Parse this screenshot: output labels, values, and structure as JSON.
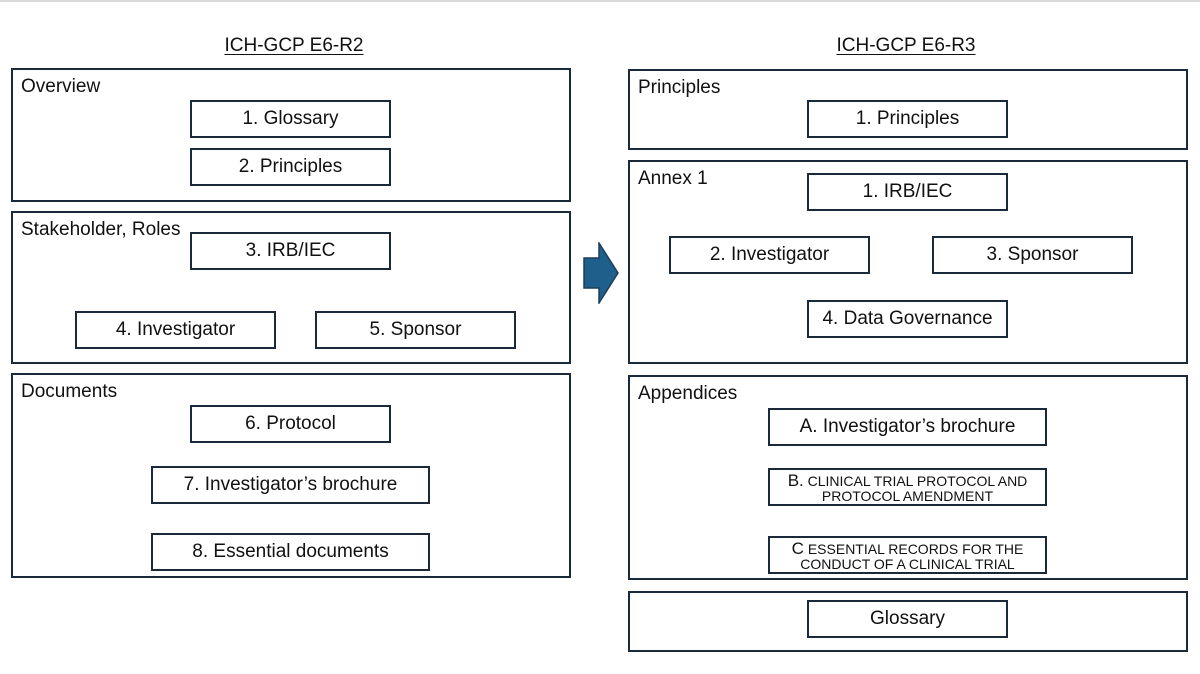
{
  "left": {
    "title": "ICH-GCP E6-R2",
    "sections": {
      "overview": {
        "label": "Overview",
        "items": [
          "1. Glossary",
          "2. Principles"
        ]
      },
      "stakeholders": {
        "label": "Stakeholder, Roles",
        "items": [
          "3. IRB/IEC",
          "4. Investigator",
          "5. Sponsor"
        ]
      },
      "documents": {
        "label": "Documents",
        "items": [
          "6. Protocol",
          "7. Investigator’s brochure",
          "8. Essential documents"
        ]
      }
    }
  },
  "right": {
    "title": "ICH-GCP E6-R3",
    "sections": {
      "principles": {
        "label": "Principles",
        "items": [
          "1. Principles"
        ]
      },
      "annex": {
        "label": "Annex 1",
        "items": [
          "1. IRB/IEC",
          "2. Investigator",
          "3. Sponsor",
          "4. Data Governance"
        ]
      },
      "appendices": {
        "label": "Appendices",
        "item_a": "A. Investigator’s brochure",
        "item_b_lead": "B.",
        "item_b_rest": "CLINICAL TRIAL PROTOCOL AND PROTOCOL AMENDMENT",
        "item_c_lead": "C",
        "item_c_rest": "ESSENTIAL RECORDS FOR THE CONDUCT OF A CLINICAL TRIAL"
      },
      "glossary": {
        "items": [
          "Glossary"
        ]
      }
    }
  },
  "colors": {
    "border": "#1b2a3a",
    "arrow": "#1f5f8b",
    "text": "#111111"
  }
}
